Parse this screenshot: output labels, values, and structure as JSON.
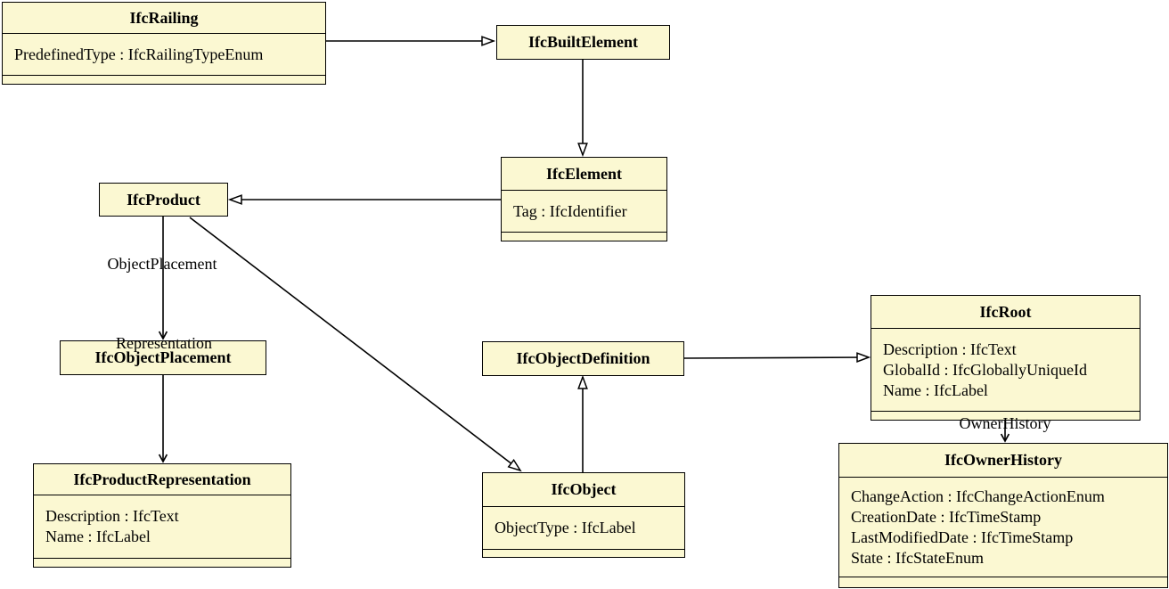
{
  "diagram": {
    "type": "uml-class-diagram",
    "subject": "IfcRailing inheritance and attribute associations",
    "colors": {
      "background": "#FFFFFF",
      "node_fill": "#FBF8D2",
      "node_border": "#000000",
      "text": "#000000"
    },
    "classes": [
      {
        "name": "IfcRailing",
        "attributes": [
          "PredefinedType : IfcRailingTypeEnum"
        ]
      },
      {
        "name": "IfcBuiltElement",
        "attributes": []
      },
      {
        "name": "IfcElement",
        "attributes": [
          "Tag : IfcIdentifier"
        ]
      },
      {
        "name": "IfcProduct",
        "attributes": []
      },
      {
        "name": "IfcObjectPlacement",
        "attributes": []
      },
      {
        "name": "IfcProductRepresentation",
        "attributes": [
          "Description : IfcText",
          "Name : IfcLabel"
        ]
      },
      {
        "name": "IfcObjectDefinition",
        "attributes": []
      },
      {
        "name": "IfcObject",
        "attributes": [
          "ObjectType : IfcLabel"
        ]
      },
      {
        "name": "IfcRoot",
        "attributes": [
          "Description : IfcText",
          "GlobalId : IfcGloballyUniqueId",
          "Name : IfcLabel"
        ]
      },
      {
        "name": "IfcOwnerHistory",
        "attributes": [
          "ChangeAction : IfcChangeActionEnum",
          "CreationDate : IfcTimeStamp",
          "LastModifiedDate : IfcTimeStamp",
          "State : IfcStateEnum"
        ]
      }
    ],
    "edges": [
      {
        "from": "IfcRailing",
        "to": "IfcBuiltElement",
        "type": "generalization"
      },
      {
        "from": "IfcBuiltElement",
        "to": "IfcElement",
        "type": "generalization"
      },
      {
        "from": "IfcElement",
        "to": "IfcProduct",
        "type": "generalization"
      },
      {
        "from": "IfcProduct",
        "to": "IfcObjectPlacement",
        "type": "association",
        "label": "ObjectPlacement"
      },
      {
        "from": "IfcProduct",
        "to": "IfcProductRepresentation",
        "type": "association",
        "label": "Representation"
      },
      {
        "from": "IfcProduct",
        "to": "IfcObject",
        "type": "generalization"
      },
      {
        "from": "IfcObject",
        "to": "IfcObjectDefinition",
        "type": "generalization"
      },
      {
        "from": "IfcObjectDefinition",
        "to": "IfcRoot",
        "type": "generalization"
      },
      {
        "from": "IfcRoot",
        "to": "IfcOwnerHistory",
        "type": "association",
        "label": "OwnerHistory"
      }
    ],
    "edge_labels": {
      "object_placement": "ObjectPlacement",
      "representation": "Representation",
      "owner_history": "OwnerHistory"
    }
  }
}
